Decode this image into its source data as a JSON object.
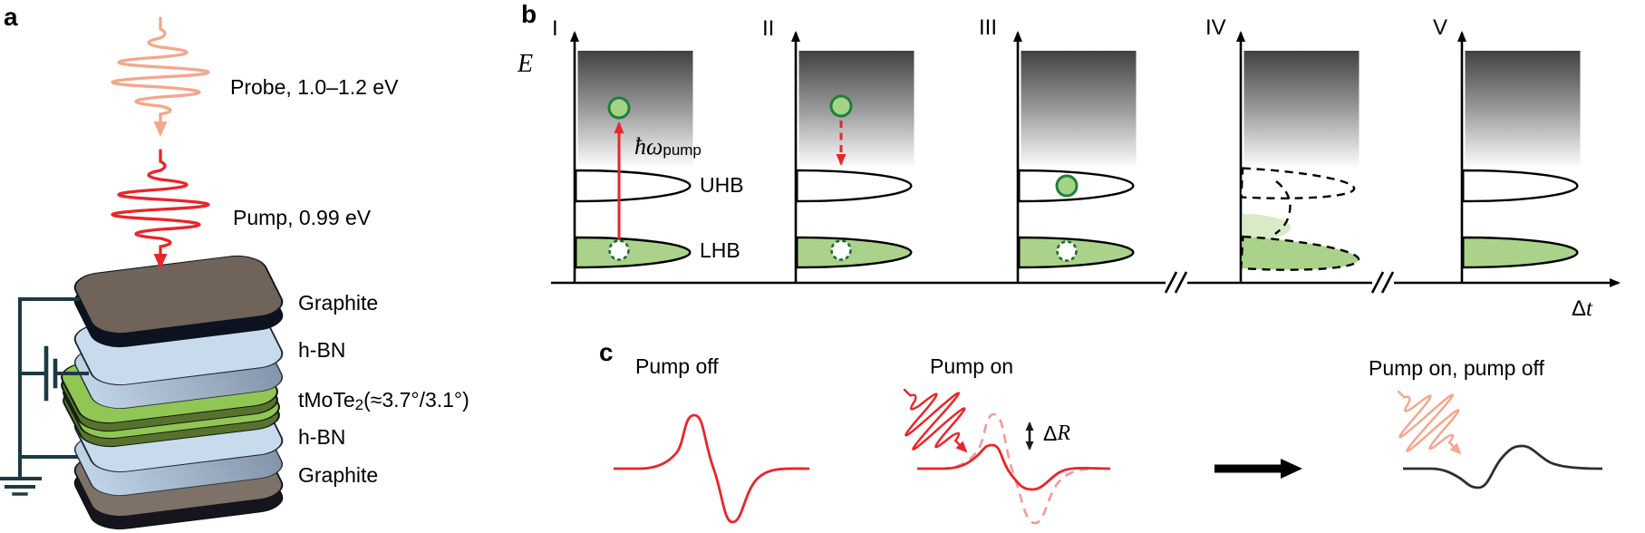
{
  "colors": {
    "red": "#e8262a",
    "salmon": "#f3a78c",
    "dashed_red": "#f29a96",
    "curve_black": "#2e2e2e",
    "green_band": "#abd28a",
    "green_light": "#d8eac6",
    "electron_fill": "#a5d383",
    "electron_ring": "#1e7f3d",
    "hole_ring": "#1e6b38",
    "wire": "#1c3944",
    "graphite_top_face": "#6f635a",
    "graphite_top_side": "#0d1220",
    "graphite_bottom_face": "#7d7168",
    "graphite_bottom_side": "#15151d",
    "hbn_face": "#c8dbec",
    "hbn_side_a": "#c0d4e6",
    "hbn_side_b": "#8494aa",
    "tmote_face": "#90c653",
    "tmote_side": "#57722d",
    "gradient_dark": "#414141"
  },
  "panel_a": {
    "label": "a",
    "probe_label": "Probe, 1.0–1.2 eV",
    "pump_label": "Pump, 0.99 eV",
    "layers": [
      {
        "label": "Graphite"
      },
      {
        "label": "h-BN"
      },
      {
        "label_base": "tMoTe",
        "label_sub": "2",
        "label_rest": " (≈3.7°/3.1°)"
      },
      {
        "label": "h-BN"
      },
      {
        "label": "Graphite"
      }
    ]
  },
  "panel_b": {
    "label": "b",
    "energy_axis_label": "E",
    "stages": [
      {
        "numeral": "I"
      },
      {
        "numeral": "II"
      },
      {
        "numeral": "III"
      },
      {
        "numeral": "IV"
      },
      {
        "numeral": "V"
      }
    ],
    "photon_energy": {
      "base": "ħω",
      "sub": "pump"
    },
    "bands": {
      "upper": "UHB",
      "lower": "LHB"
    },
    "delay_axis": {
      "delta": "Δ",
      "t": "t"
    }
  },
  "panel_c": {
    "label": "c",
    "pump_off_label": "Pump off",
    "pump_on_label": "Pump on",
    "delta_r": {
      "delta": "Δ",
      "r": "R"
    },
    "result_label": "Pump on, pump off"
  }
}
